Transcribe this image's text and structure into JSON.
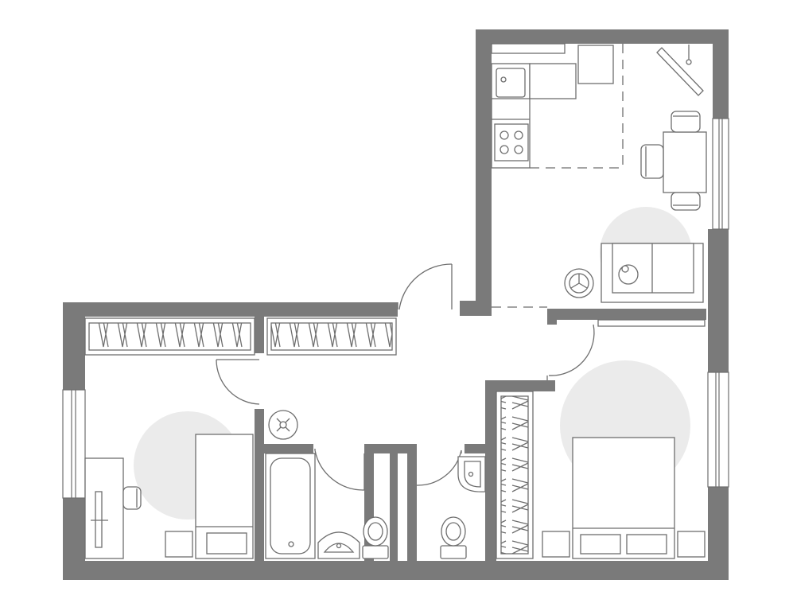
{
  "colors": {
    "wall": "#7a7a7a",
    "line": "#6e6e6e",
    "floor": "#ffffff",
    "glow": "#ebebeb"
  },
  "rooms": [
    "kitchen-living",
    "bedroom-left",
    "hallway",
    "bathroom",
    "wc",
    "bedroom-right"
  ],
  "icons": [
    "sink-icon",
    "stove-icon",
    "bathtub-icon",
    "toilet-icon",
    "washbasin-icon",
    "bed-icon",
    "sofa-icon",
    "wardrobe-icon",
    "robot-vacuum-icon",
    "tv-icon",
    "dining-table-icon",
    "desk-icon",
    "window-icon",
    "door-icon",
    "lamp-icon"
  ]
}
